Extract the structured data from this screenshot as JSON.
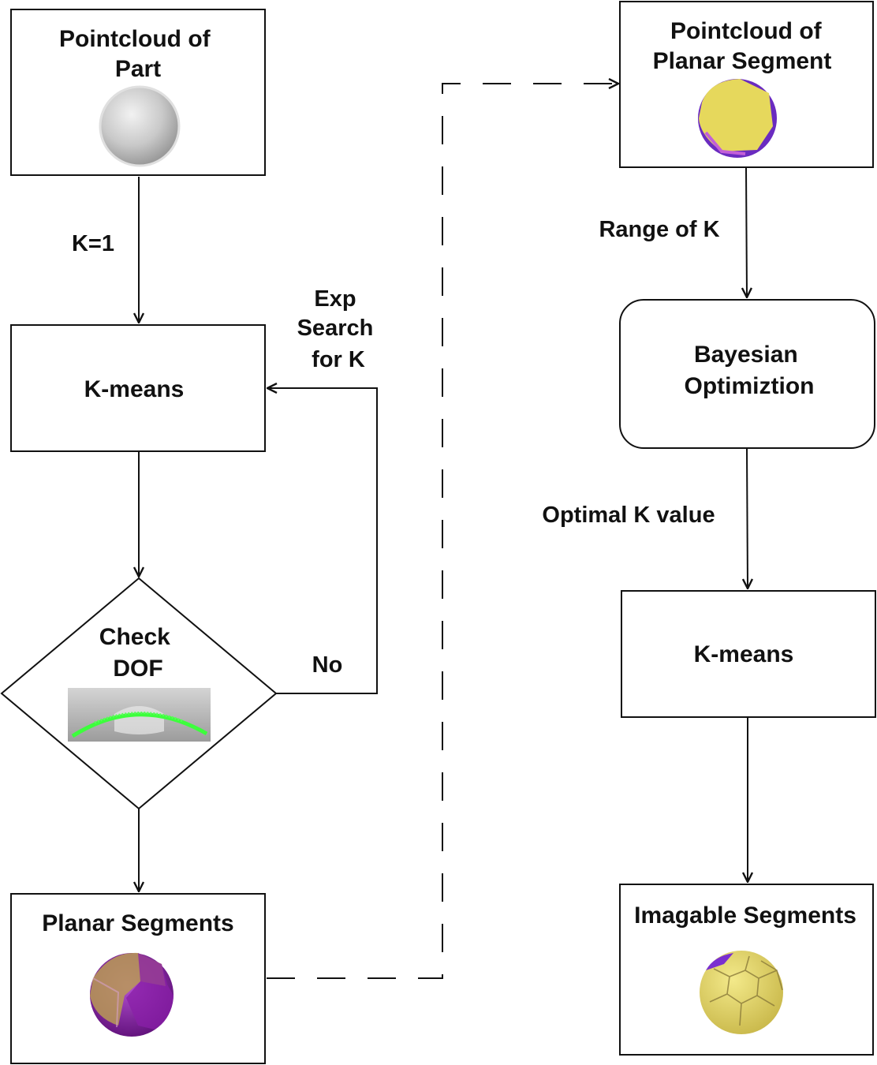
{
  "nodes": {
    "pointcloud_part": {
      "lines": [
        "Pointcloud of",
        "Part"
      ]
    },
    "kmeans_left": {
      "lines": [
        "K-means"
      ]
    },
    "check_dof": {
      "lines": [
        "Check",
        "DOF"
      ]
    },
    "planar_segments": {
      "lines": [
        "Planar Segments"
      ]
    },
    "pointcloud_planar": {
      "lines": [
        "Pointcloud of",
        "Planar Segment"
      ]
    },
    "bayesian_opt": {
      "lines": [
        "Bayesian",
        "Optimiztion"
      ]
    },
    "kmeans_right": {
      "lines": [
        "K-means"
      ]
    },
    "imagable_segments": {
      "lines": [
        "Imagable Segments"
      ]
    }
  },
  "edge_labels": {
    "k_equals_1": "K=1",
    "exp_search": [
      "Exp",
      "Search",
      "for K"
    ],
    "no": "No",
    "range_of_k": "Range of K",
    "optimal_k": "Optimal K value"
  },
  "colors": {
    "stroke": "#111111",
    "sphere_gray": "#c8c8c8",
    "segment_purple": "#8a1fa8",
    "segment_yellow": "#e6d85c",
    "segment_tan": "#b89a55",
    "dof_green": "#3cff3c"
  }
}
